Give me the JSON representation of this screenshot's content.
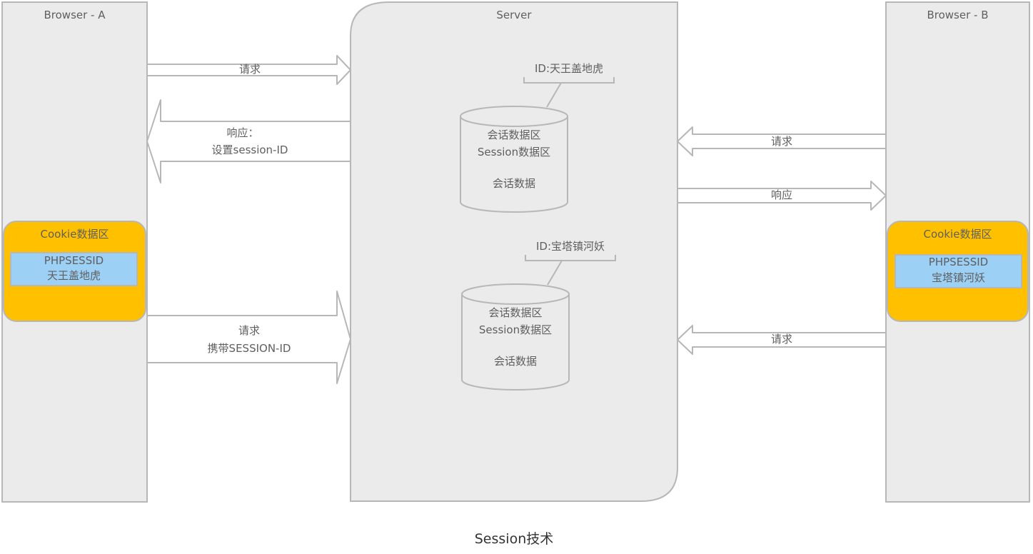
{
  "browser_a": {
    "title": "Browser - A",
    "cookie_area": "Cookie数据区",
    "cookie_key": "PHPSESSID",
    "cookie_value": "天王盖地虎"
  },
  "server": {
    "title": "Server",
    "store1": {
      "id_label": "ID:天王盖地虎",
      "line1": "会话数据区",
      "line2": "Session数据区",
      "line3": "会话数据"
    },
    "store2": {
      "id_label": "ID:宝塔镇河妖",
      "line1": "会话数据区",
      "line2": "Session数据区",
      "line3": "会话数据"
    }
  },
  "browser_b": {
    "title": "Browser - B",
    "cookie_area": "Cookie数据区",
    "cookie_key": "PHPSESSID",
    "cookie_value": "宝塔镇河妖"
  },
  "arrows": {
    "a_request1": "请求",
    "a_response_line1": "响应：",
    "a_response_line2": "设置session-ID",
    "a_request2_line1": "请求",
    "a_request2_line2": "携带SESSION-ID",
    "b_request1": "请求",
    "b_response": "响应",
    "b_request2": "请求"
  },
  "caption": "Session技术",
  "colors": {
    "panel": "#ebebeb",
    "stroke": "#b7b7b7",
    "cookie": "#ffc000",
    "session_id": "#9dd0f5"
  }
}
